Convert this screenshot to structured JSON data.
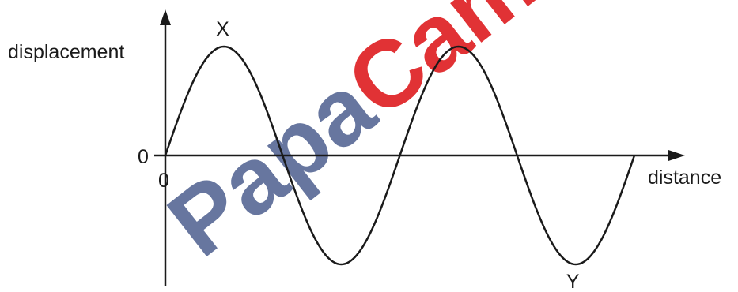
{
  "watermark": {
    "text": "PapaCam",
    "color_pa": "#5f6f9a",
    "color_cam": "#e0282b"
  },
  "chart_data": {
    "type": "line",
    "xlabel": "distance",
    "ylabel": "displacement",
    "origin_x_label": "0",
    "origin_y_label": "0",
    "xlim": [
      0,
      2
    ],
    "ylim": [
      -1,
      1
    ],
    "annotations": [
      {
        "label": "X",
        "x": 0.25,
        "y": 1
      },
      {
        "label": "Y",
        "x": 1.75,
        "y": -1
      }
    ],
    "series": [
      {
        "x": [
          0,
          0.125,
          0.25,
          0.375,
          0.5,
          0.625,
          0.75,
          0.875,
          1,
          1.125,
          1.25,
          1.375,
          1.5,
          1.625,
          1.75,
          1.875,
          2
        ],
        "y": [
          0,
          0.71,
          1,
          0.71,
          0,
          -0.71,
          -1,
          -0.71,
          0,
          0.71,
          1,
          0.71,
          0,
          -0.71,
          -1,
          -0.71,
          0
        ]
      }
    ],
    "line_color": "#1a1a1a"
  }
}
